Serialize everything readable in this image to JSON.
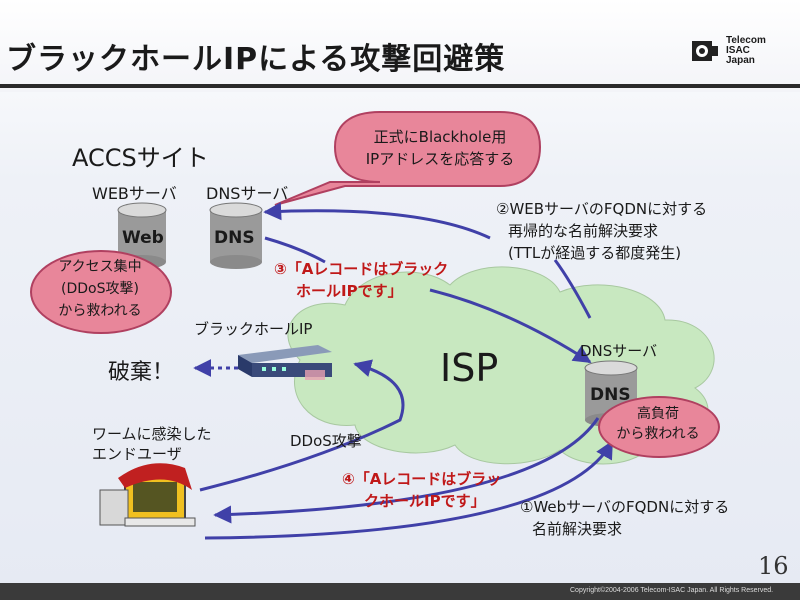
{
  "slide": {
    "title": "ブラックホールIPによる攻撃回避策",
    "logo_lines": [
      "Telecom",
      "ISAC",
      "Japan"
    ],
    "page_number": "16",
    "copyright": "Copyright©2004-2006 Telecom-ISAC Japan. All Rights Reserved."
  },
  "diagram": {
    "site_title": "ACCSサイト",
    "web_server_label": "WEBサーバ",
    "dns_server_label": "DNSサーバ",
    "web_db_text": "Web",
    "dns_db_text": "DNS",
    "callout_line1": "正式にBlackhole用",
    "callout_line2": "IPアドレスを応答する",
    "access_concentration": [
      "アクセス集中",
      "(DDoS攻撃)",
      "から救われる"
    ],
    "step2": [
      "②WEBサーバのFQDNに対する",
      "再帰的な名前解決要求",
      "(TTLが経過する都度発生)"
    ],
    "step3_line1": "③「Aレコードはブラック",
    "step3_line2": "ホールIPです」",
    "blackhole_label": "ブラックホールIP",
    "discard": "破棄！",
    "isp_label": "ISP",
    "isp_dns_label": "DNSサーバ",
    "isp_dns_db_text": "DNS",
    "high_load": [
      "高負荷",
      "から救われる"
    ],
    "worm_user": [
      "ワームに感染した",
      "エンドユーザ"
    ],
    "ddos_attack": "DDoS攻撃",
    "step4_line1": "④「Aレコードはブラッ",
    "step4_line2": "クホールIPです」",
    "step1": [
      "①WebサーバのFQDNに対する",
      "名前解決要求"
    ]
  },
  "colors": {
    "arrow": "#4040a8",
    "pink_bubble": "#e8869a",
    "cloud": "#c8e8c0",
    "highlight_text": "#c01818"
  }
}
